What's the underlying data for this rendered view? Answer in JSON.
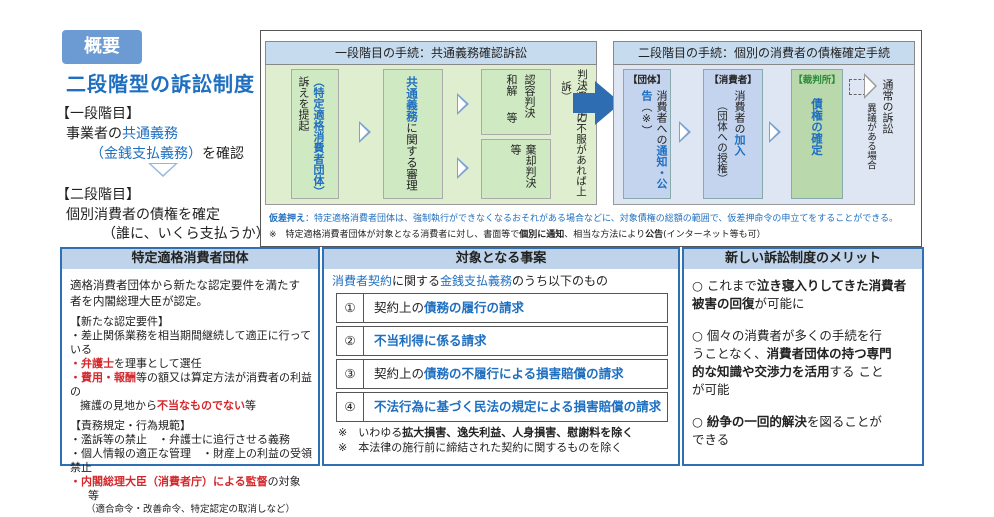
{
  "header": {
    "badge": "概要",
    "title": "二段階型の訴訟制度"
  },
  "left_text": {
    "stage1_label": "【一段階目】",
    "stage1_line1_pre": "事業者の",
    "stage1_line1_hl": "共通義務",
    "stage1_line2_hl": "（金銭支払義務）",
    "stage1_line2_post": "を確認",
    "stage2_label": "【二段階目】",
    "stage2_line1": "個別消費者の債権を確定",
    "stage2_line2": "（誰に、いくら支払うか）"
  },
  "diagram": {
    "stage1_header": "一段階目の手続：共通義務確認訴訟",
    "stage2_header": "二段階目の手続：個別の消費者の債権確定手続",
    "box1_hl": "（特定適格消費者団体）",
    "box1_text": "訴えを提起",
    "box2_hl": "共通義務",
    "box2_text": "に関する審理",
    "box3a_col1": "和解",
    "box3a_col2": "認容判決",
    "box3a_col3": "等",
    "box3b": "棄却判決等",
    "effect_col1": "判決の効力",
    "effect_col2": "（判決に不服があれば上訴）",
    "box4_tag": "【団体】",
    "box4_pre": "消費者への",
    "box4_hl": "通知・公告",
    "box4_note": "（※）",
    "box5_tag": "【消費者】",
    "box5_pre": "消費者の",
    "box5_hl": "加入",
    "box5_note": "（団体への授権）",
    "box6_tag": "【裁判所】",
    "box6_hl": "債権の確定",
    "normal_col1": "通常の訴訟",
    "normal_col2": "異議がある場合",
    "note1_label": "仮差押え",
    "note1_text": "：特定適格消費者団体は、強制執行ができなくなるおそれがある場合などに、対象債権の総額の範囲で、仮差押命令の申立てをすることができる。",
    "note2_pre": "※　特定適格消費者団体が対象となる消費者に対し、書面等で",
    "note2_b1": "個別に通知",
    "note2_mid": "、相当な方法により",
    "note2_b2": "公告",
    "note2_post": "(インターネット等も可）"
  },
  "panel_left": {
    "title": "特定適格消費者団体",
    "intro1": "適格消費者団体から新たな認定要件を満たす",
    "intro2": "者を内閣総理大臣が認定。",
    "req_title": "【新たな認定要件】",
    "req1": "・差止関係業務を相当期間継続して適正に行っている",
    "req2_hl": "・弁護士",
    "req2_post": "を理事として選任",
    "req3_hl": "・費用・報酬",
    "req3_post": "等の額又は算定方法が消費者の利益の",
    "req3_line2_pre": "擁護の見地から",
    "req3_line2_hl": "不当なものでない",
    "req3_line2_post": "等",
    "duty_title": "【責務規定・行為規範】",
    "duty1": "・濫訴等の禁止　・弁護士に追行させる義務",
    "duty2": "・個人情報の適正な管理　・財産上の利益の受領禁止",
    "duty3_hl": "・内閣総理大臣（消費者庁）による監督",
    "duty3_post": "の対象",
    "duty3_tail": "等",
    "duty4": "（適合命令・改善命令、特定認定の取消しなど）"
  },
  "panel_mid": {
    "title": "対象となる事案",
    "intro_hl1": "消費者契約",
    "intro_mid": "に関する",
    "intro_hl2": "金銭支払義務",
    "intro_post": "のうち以下のもの",
    "items": [
      {
        "num": "①",
        "pre": "契約上の",
        "hl": "債務の履行の請求",
        "post": ""
      },
      {
        "num": "②",
        "pre": "",
        "hl": "不当利得に係る請求",
        "post": ""
      },
      {
        "num": "③",
        "pre": "契約上の",
        "hl": "債務の不履行による損害賠償の請求",
        "post": ""
      },
      {
        "num": "④",
        "pre": "",
        "hl": "不法行為に基づく民法の規定による損害賠償の請求",
        "post": ""
      }
    ],
    "note1_mark": "※",
    "note1_pre": "いわゆる",
    "note1_b": "拡大損害、逸失利益、人身損害、慰謝料を除く",
    "note2_mark": "※",
    "note2": "本法律の施行前に締結された契約に関するものを除く"
  },
  "panel_right": {
    "title": "新しい訴訟制度のメリット",
    "m1_pre": "○ これまで",
    "m1_b1": "泣き寝入りしてきた消費者",
    "m1_b2": "被害の回復",
    "m1_post": "が可能に",
    "m2_line1": "○ 個々の消費者が多くの手続を行",
    "m2_line2_pre": "うことなく、",
    "m2_b1": "消費者団体の持つ専門",
    "m2_b2": "的な知識や交渉力を活用",
    "m2_post": "する こと",
    "m2_line4": "が可能",
    "m3_pre": "○ ",
    "m3_b": "紛争の一回的解決",
    "m3_post": "を図ることが",
    "m3_line2": "できる"
  },
  "colors": {
    "accent_blue": "#1f6fc0",
    "accent_red": "#d4282c",
    "accent_green": "#2f8a3a",
    "panel_border": "#2f70b5",
    "arrow_blue": "#2f6db3"
  }
}
